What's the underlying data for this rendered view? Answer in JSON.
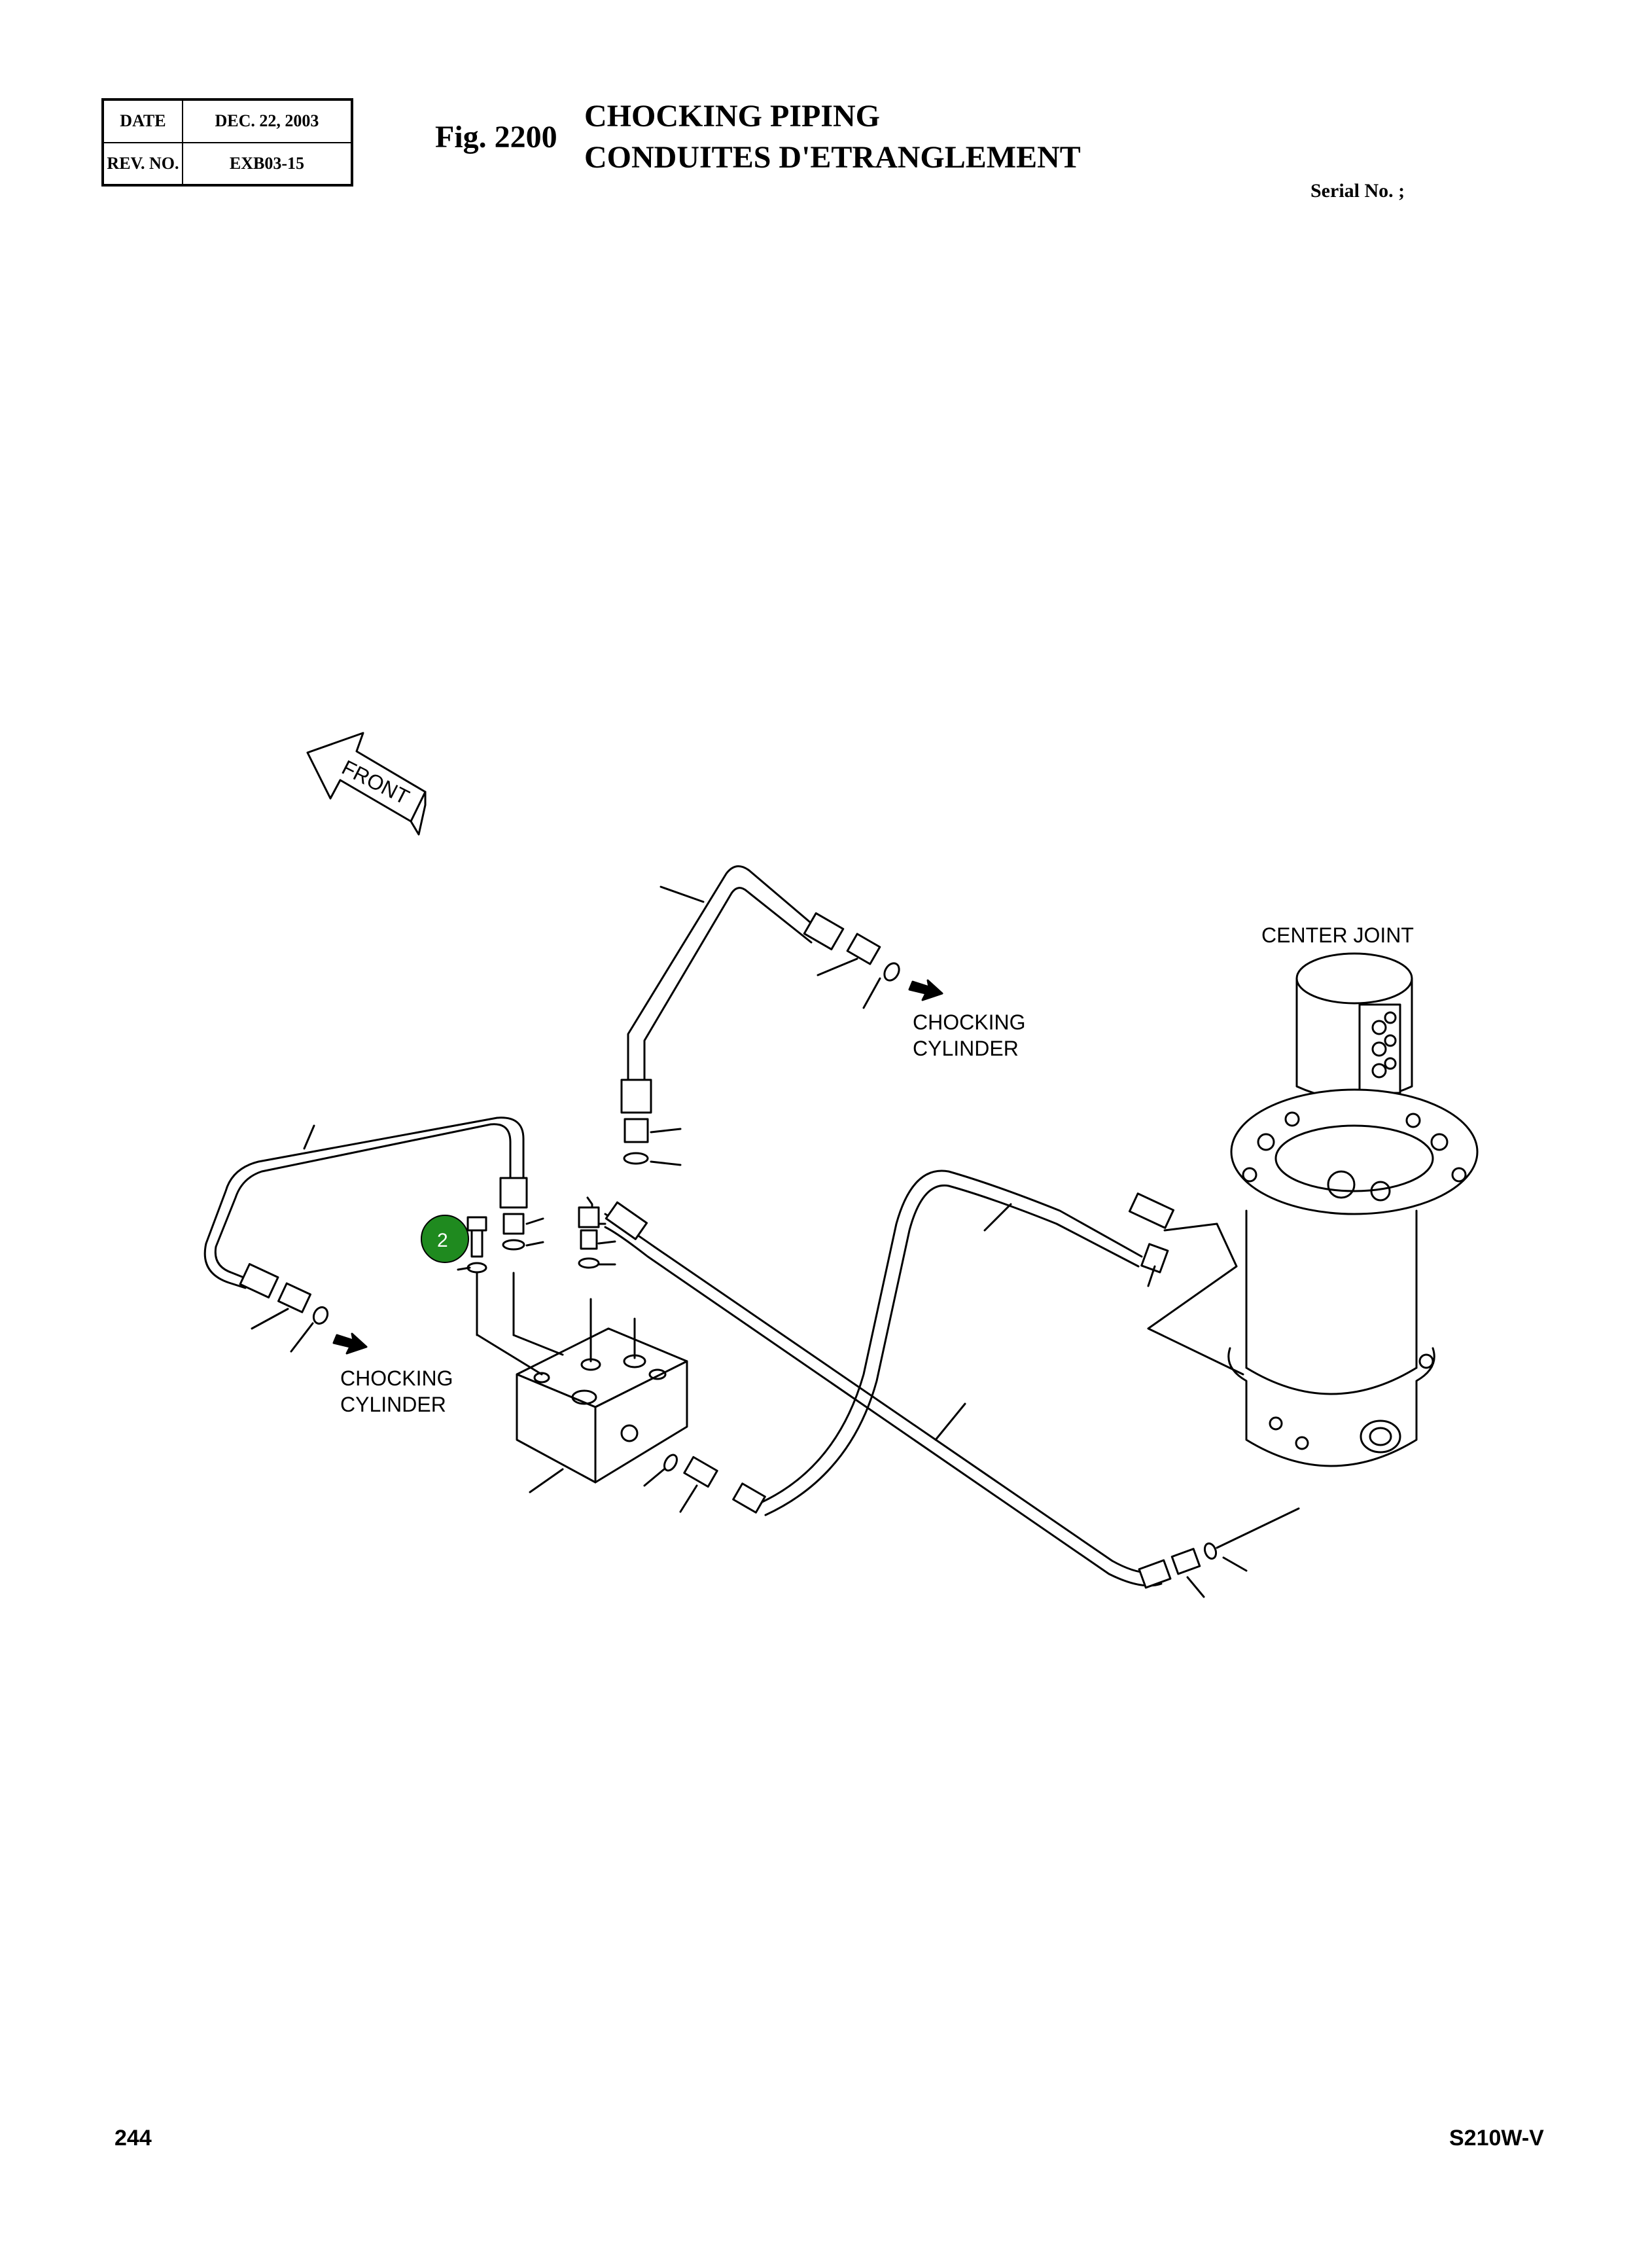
{
  "header": {
    "date_label": "DATE",
    "date_value": "DEC. 22, 2003",
    "rev_label": "REV. NO.",
    "rev_value": "EXB03-15"
  },
  "figure": {
    "number": "Fig. 2200",
    "title_en": "CHOCKING PIPING",
    "title_fr": "CONDUITES D'ETRANGLEMENT"
  },
  "serial": "Serial No. ;",
  "diagram": {
    "front_label": "FRONT",
    "center_joint_label": "CENTER JOINT",
    "cylinder_label_top": {
      "line1": "CHOCKING",
      "line2": "CYLINDER"
    },
    "cylinder_label_left": {
      "line1": "CHOCKING",
      "line2": "CYLINDER"
    },
    "callout_number": "2",
    "callout_color": "#1f8a1f"
  },
  "footer": {
    "page_number": "244",
    "model": "S210W-V"
  }
}
